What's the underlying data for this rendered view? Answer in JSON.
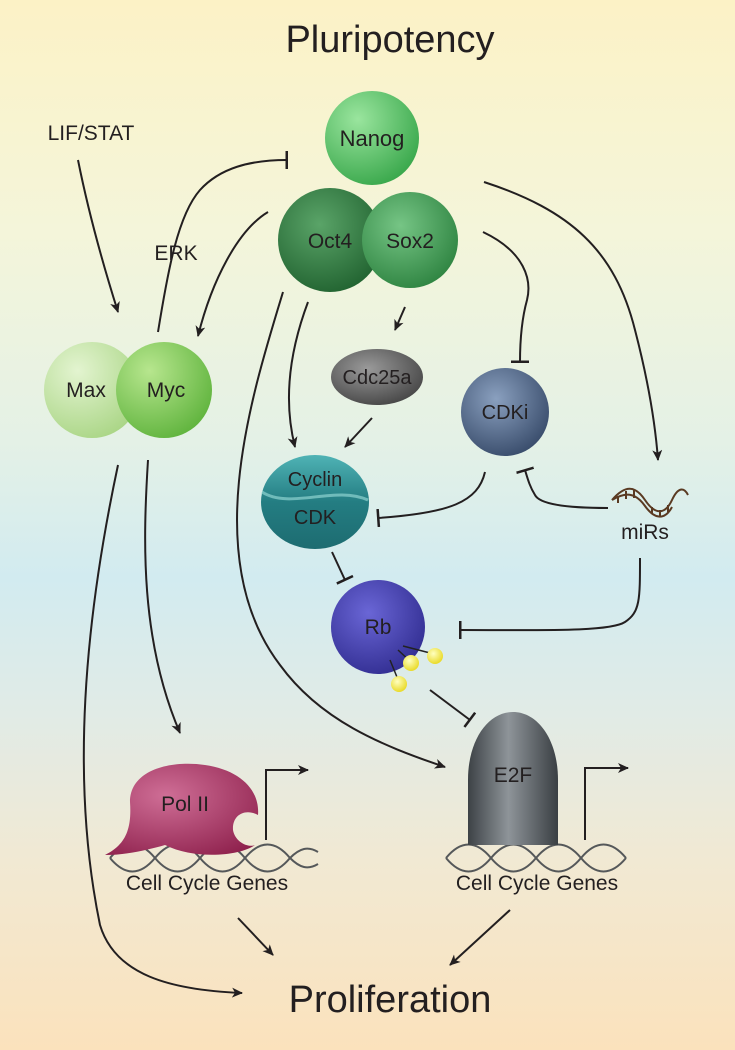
{
  "title": "Pluripotency",
  "footer": "Proliferation",
  "labels": {
    "lif_stat": "LIF/STAT",
    "erk": "ERK",
    "mirs": "miRs"
  },
  "nodes": {
    "nanog": "Nanog",
    "oct4": "Oct4",
    "sox2": "Sox2",
    "max": "Max",
    "myc": "Myc",
    "cdc25a": "Cdc25a",
    "cdki": "CDKi",
    "cyclin": "Cyclin",
    "cdk": "CDK",
    "rb": "Rb",
    "pol2": "Pol II",
    "e2f": "E2F"
  },
  "genes_left": "Cell Cycle Genes",
  "genes_right": "Cell Cycle Genes",
  "colors": {
    "nanog": "#4cbf5c",
    "oct4": "#2e7d3f",
    "sox2": "#3a9a4e",
    "max": "#b6dd98",
    "myc": "#7cc653",
    "cdc25a": "#555555",
    "cdki": "#3c5478",
    "cyclin_cdk": "#2e8a8c",
    "rb": "#3a37a6",
    "pol2": "#a4285a",
    "e2f": "#555b60",
    "phosphate": "#f3e82e"
  }
}
